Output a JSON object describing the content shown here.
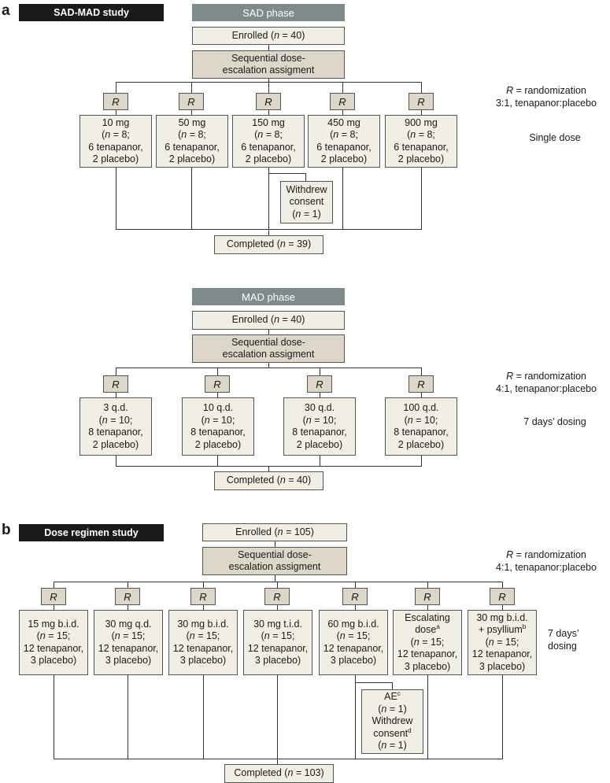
{
  "panel_a": {
    "letter": "a",
    "study_label": "SAD-MAD study",
    "sad": {
      "phase_label": "SAD phase",
      "enrolled": {
        "pre": "Enrolled (",
        "n": "n",
        "post": " = 40)"
      },
      "escalation": [
        "Sequential dose-",
        "escalation assigment"
      ],
      "r_label": "R",
      "arms": [
        {
          "dose": "10 mg",
          "n": "n",
          "n_rest": " = 8;",
          "treat": "6 tenapanor,",
          "placebo": "2 placebo)"
        },
        {
          "dose": "50 mg",
          "n": "n",
          "n_rest": " = 8;",
          "treat": "6 tenapanor,",
          "placebo": "2 placebo)"
        },
        {
          "dose": "150 mg",
          "n": "n",
          "n_rest": " = 8;",
          "treat": "6 tenapanor,",
          "placebo": "2 placebo)"
        },
        {
          "dose": "450 mg",
          "n": "n",
          "n_rest": " = 8;",
          "treat": "6 tenapanor,",
          "placebo": "2 placebo)"
        },
        {
          "dose": "900 mg",
          "n": "n",
          "n_rest": " = 8;",
          "treat": "6 tenapanor,",
          "placebo": "2 placebo)"
        }
      ],
      "withdrew": [
        "Withdrew",
        "consent"
      ],
      "withdrew_n": " = 1)",
      "completed": {
        "pre": "Completed (",
        "n": "n",
        "post": " = 39)"
      },
      "randomization": {
        "r": "R",
        "line1": " = randomization",
        "line2": "3:1, tenapanor:placebo"
      },
      "dosing": "Single dose"
    },
    "mad": {
      "phase_label": "MAD phase",
      "enrolled": {
        "pre": "Enrolled (",
        "n": "n",
        "post": " = 40)"
      },
      "escalation": [
        "Sequential dose-",
        "escalation assigment"
      ],
      "r_label": "R",
      "arms": [
        {
          "dose": "3 q.d.",
          "n": "n",
          "n_rest": " = 10;",
          "treat": "8 tenapanor,",
          "placebo": "2 placebo)"
        },
        {
          "dose": "10 q.d.",
          "n": "n",
          "n_rest": " = 10;",
          "treat": "8 tenapanor,",
          "placebo": "2 placebo)"
        },
        {
          "dose": "30 q.d.",
          "n": "n",
          "n_rest": " = 10;",
          "treat": "8 tenapanor,",
          "placebo": "2 placebo)"
        },
        {
          "dose": "100 q.d.",
          "n": "n",
          "n_rest": " = 10;",
          "treat": "8 tenapanor,",
          "placebo": "2 placebo)"
        }
      ],
      "completed": {
        "pre": "Completed (",
        "n": "n",
        "post": " = 40)"
      },
      "randomization": {
        "r": "R",
        "line1": " = randomization",
        "line2": "4:1, tenapanor:placebo"
      },
      "dosing": "7 days’ dosing"
    }
  },
  "panel_b": {
    "letter": "b",
    "study_label": "Dose regimen study",
    "enrolled": {
      "pre": "Enrolled (",
      "n": "n",
      "post": " = 105)"
    },
    "escalation": [
      "Sequential dose-",
      "escalation assigment"
    ],
    "r_label": "R",
    "arms": [
      {
        "dose": "15 mg b.i.d.",
        "n": "n",
        "n_rest": " = 15;",
        "treat": "12 tenapanor,",
        "placebo": "3 placebo)"
      },
      {
        "dose": "30 mg q.d.",
        "n": "n",
        "n_rest": " = 15;",
        "treat": "12 tenapanor,",
        "placebo": "3 placebo)"
      },
      {
        "dose": "30 mg b.i.d.",
        "n": "n",
        "n_rest": " = 15;",
        "treat": "12 tenapanor,",
        "placebo": "3 placebo)"
      },
      {
        "dose": "30 mg t.i.d.",
        "n": "n",
        "n_rest": " = 15;",
        "treat": "12 tenapanor,",
        "placebo": "3 placebo)"
      },
      {
        "dose": "60 mg b.i.d.",
        "n": "n",
        "n_rest": " = 15;",
        "treat": "12 tenapanor,",
        "placebo": "3 placebo)"
      }
    ],
    "escalating_arm": {
      "line1": "Escalating",
      "line2": "dose",
      "sup": "a",
      "n": "n",
      "n_rest": " = 15;",
      "treat": "12 tenapanor,",
      "placebo": "3 placebo)"
    },
    "psyllium_arm": {
      "line1": "30 mg b.i.d.",
      "line2": "+ psyllium",
      "sup": "b",
      "n": "n",
      "n_rest": " = 15;",
      "treat": "12 tenapanor,",
      "placebo": "3 placebo)"
    },
    "ae_box": {
      "ae": "AE",
      "ae_sup": "c",
      "ae_n": " = 1)",
      "withdrew": "Withdrew",
      "consent": "consent",
      "consent_sup": "d",
      "withdrew_n": " = 1)"
    },
    "completed": {
      "pre": "Completed (",
      "n": "n",
      "post": " = 103)"
    },
    "randomization": {
      "r": "R",
      "line1": " = randomization",
      "line2": "4:1, tenapanor:placebo"
    },
    "dosing": [
      "7 days’",
      "dosing"
    ]
  }
}
